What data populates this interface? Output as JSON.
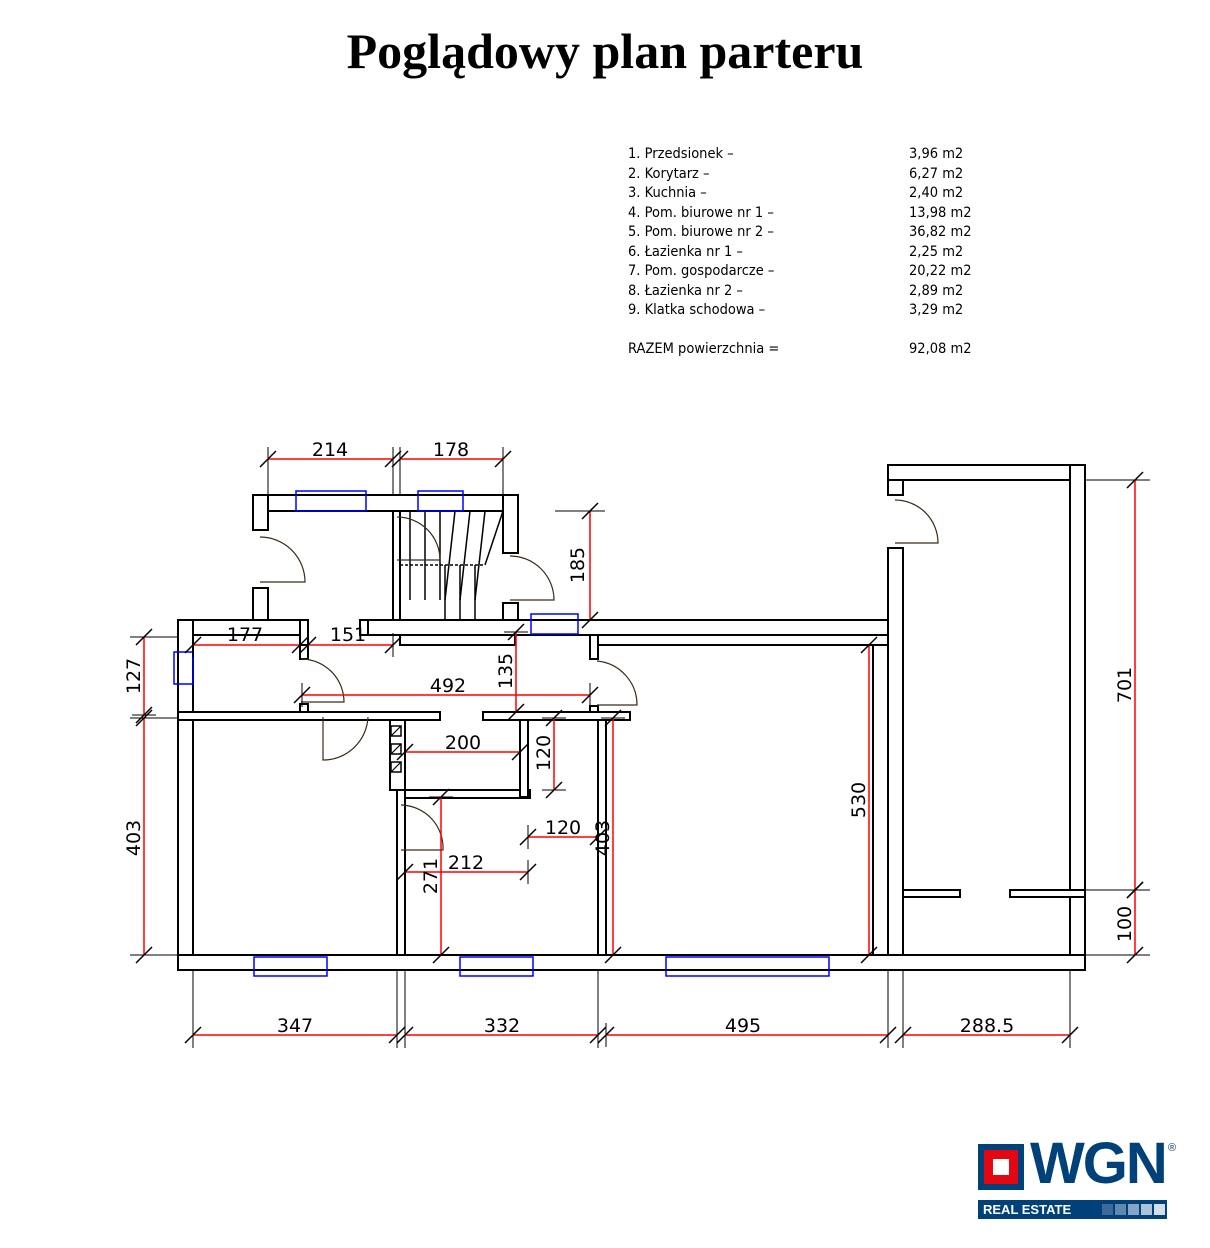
{
  "title": "Poglądowy plan parteru",
  "legend": {
    "rooms": [
      {
        "name": "1. Przedsionek –",
        "area": "3,96 m2"
      },
      {
        "name": "2. Korytarz –",
        "area": "6,27 m2"
      },
      {
        "name": "3. Kuchnia –",
        "area": "2,40 m2"
      },
      {
        "name": "4. Pom. biurowe nr 1 –",
        "area": "13,98 m2"
      },
      {
        "name": "5. Pom. biurowe nr 2 –",
        "area": "36,82 m2"
      },
      {
        "name": "6. Łazienka nr 1 –",
        "area": "2,25 m2"
      },
      {
        "name": "7. Pom. gospodarcze –",
        "area": "20,22 m2"
      },
      {
        "name": "8. Łazienka nr 2 –",
        "area": "2,89 m2"
      },
      {
        "name": "9. Klatka schodowa –",
        "area": "3,29 m2"
      }
    ],
    "total": {
      "name": "RAZEM powierzchnia =",
      "area": "92,08 m2"
    }
  },
  "dimensions": {
    "d214": "214",
    "d178": "178",
    "d185": "185",
    "d127": "127",
    "d177": "177",
    "d151": "151",
    "d492": "492",
    "d135": "135",
    "d403a": "403",
    "d200": "200",
    "d120v": "120",
    "d120h": "120",
    "d403b": "403",
    "d212": "212",
    "d271": "271",
    "d530": "530",
    "d701": "701",
    "d100": "100",
    "d347": "347",
    "d332": "332",
    "d495": "495",
    "d2885": "288.5"
  },
  "colors": {
    "wall": "#000000",
    "dimension": "#ff0000",
    "window": "#0000ff",
    "brand_blue": "#00417a",
    "brand_red": "#e30613"
  },
  "logo": {
    "word": "WGN",
    "registered": "®",
    "tagline": "REAL ESTATE"
  }
}
